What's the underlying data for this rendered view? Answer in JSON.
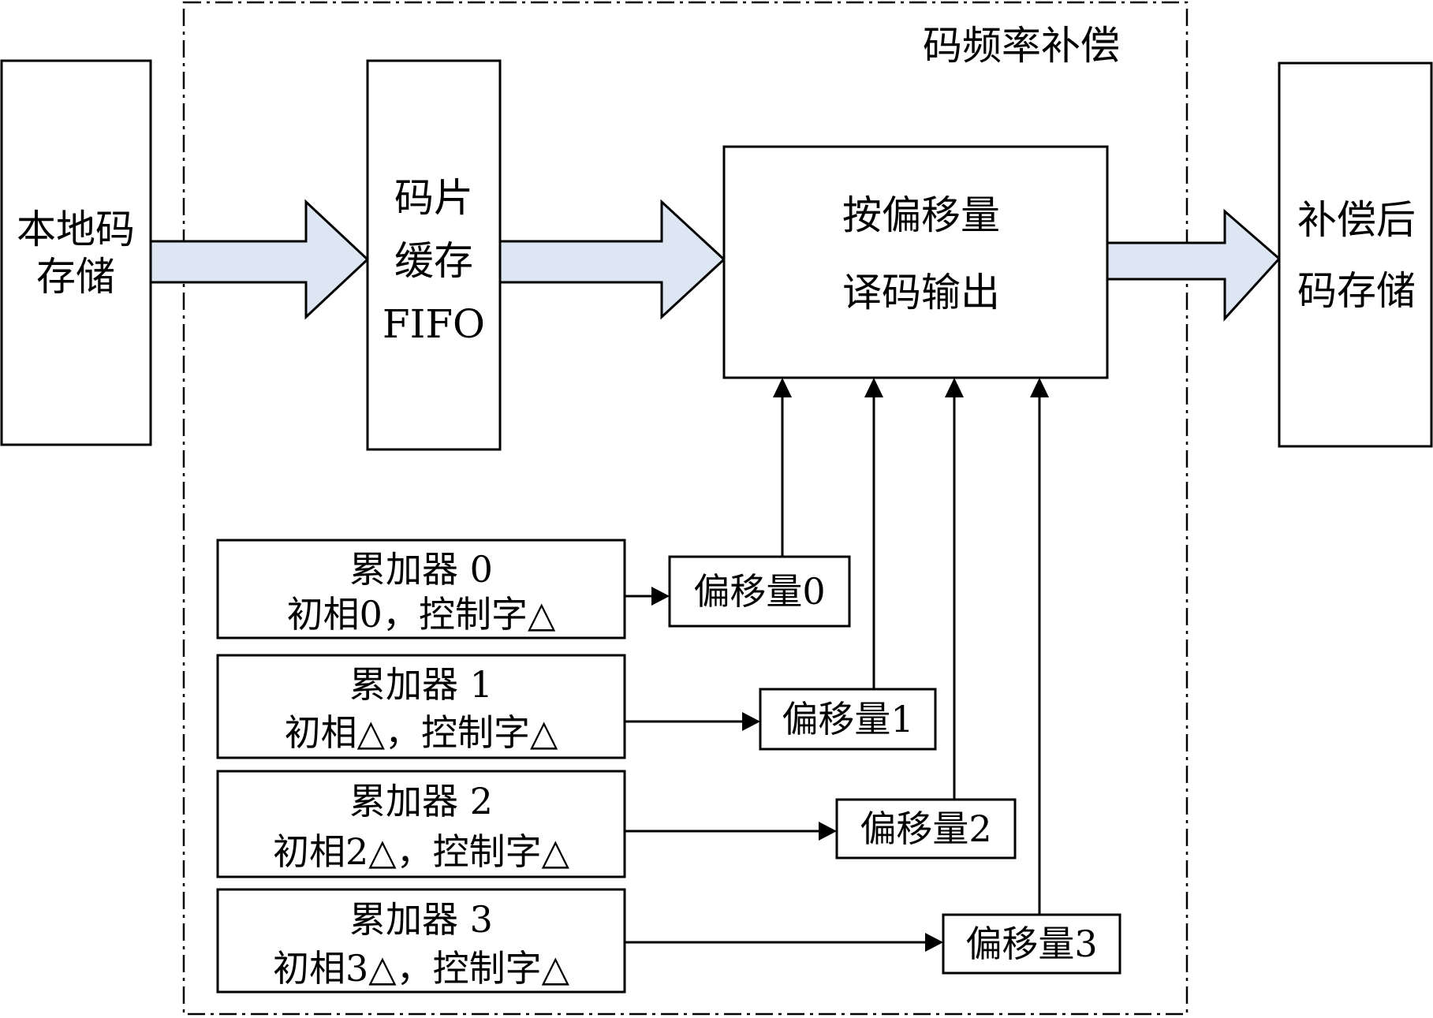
{
  "frame": {
    "title": "码频率补偿"
  },
  "blocks": {
    "local_code": {
      "lines": [
        "本地码",
        "存储"
      ]
    },
    "fifo": {
      "lines": [
        "码片",
        "缓存",
        "FIFO"
      ]
    },
    "decoder": {
      "lines": [
        "按偏移量",
        "译码输出"
      ]
    },
    "compensated": {
      "lines": [
        "补偿后",
        "码存储"
      ]
    }
  },
  "accumulators": [
    {
      "name": "累加器 0",
      "params": "初相0，控制字△",
      "offset": "偏移量0"
    },
    {
      "name": "累加器 1",
      "params": "初相△，控制字△",
      "offset": "偏移量1"
    },
    {
      "name": "累加器 2",
      "params": "初相2△，控制字△",
      "offset": "偏移量2"
    },
    {
      "name": "累加器 3",
      "params": "初相3△，控制字△",
      "offset": "偏移量3"
    }
  ]
}
